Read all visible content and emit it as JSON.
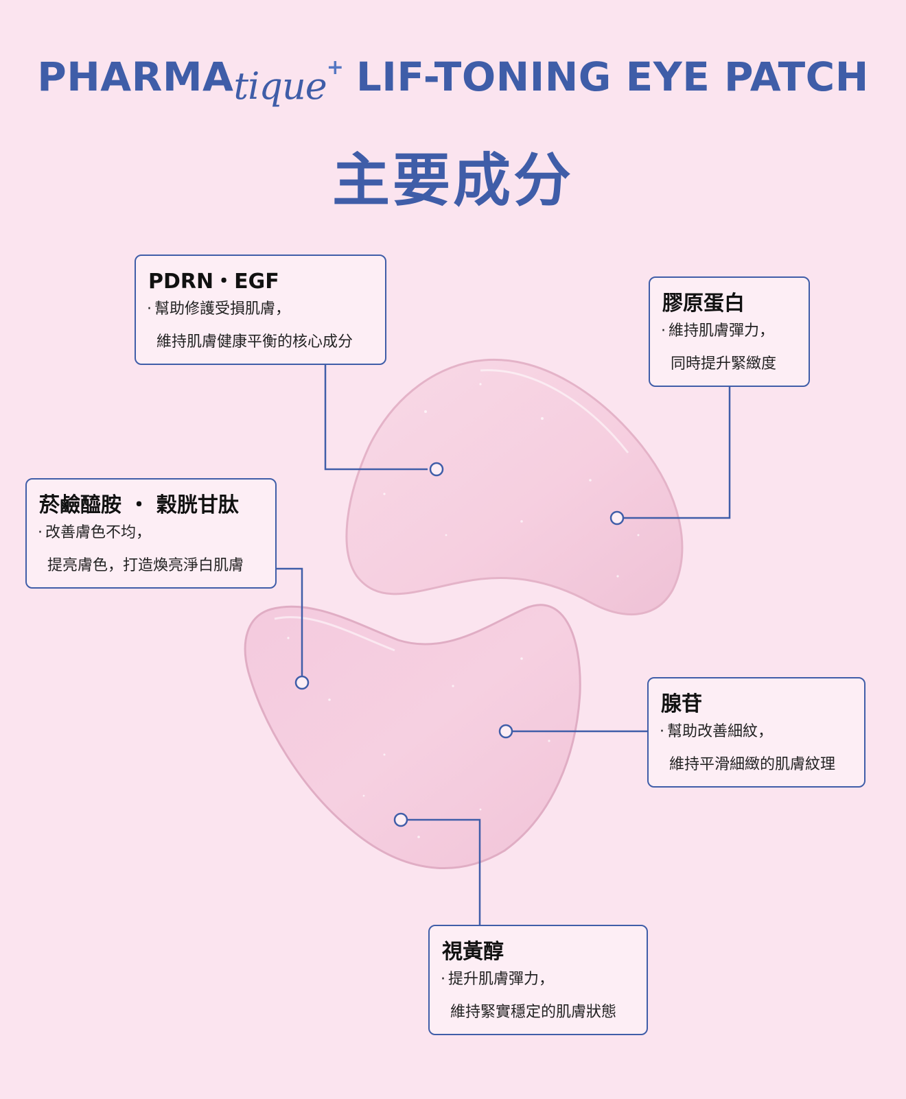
{
  "header": {
    "brand_main": "PHARMA",
    "brand_script": "tique",
    "brand_plus": "+",
    "product": "LIF-TONING EYE PATCH",
    "heading": "主要成分"
  },
  "illustration": {
    "subject": "two pink translucent hydrogel eye patches",
    "color": "#f6cfe0"
  },
  "colors": {
    "background": "#fbe4ef",
    "accent": "#3f5da8"
  },
  "ingredients": [
    {
      "title": "PDRN・EGF",
      "line1": "幫助修護受損肌膚，",
      "line2": "維持肌膚健康平衡的核心成分"
    },
    {
      "title": "膠原蛋白",
      "line1": "維持肌膚彈力，",
      "line2": "同時提升緊緻度"
    },
    {
      "title": "菸鹼醯胺 ・ 穀胱甘肽",
      "line1": "改善膚色不均，",
      "line2": "提亮膚色，打造煥亮淨白肌膚"
    },
    {
      "title": "腺苷",
      "line1": "幫助改善細紋，",
      "line2": "維持平滑細緻的肌膚紋理"
    },
    {
      "title": "視黃醇",
      "line1": "提升肌膚彈力，",
      "line2": "維持緊實穩定的肌膚狀態"
    }
  ]
}
